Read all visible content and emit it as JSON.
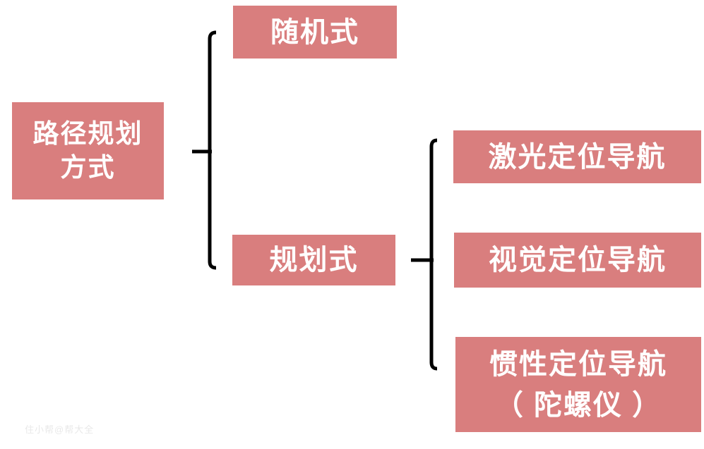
{
  "diagram": {
    "title_implicit": "路径规划方式分类图",
    "type": "tree-diagram",
    "colors": {
      "node_fill": "#D97E7E",
      "node_text": "#FFFFFF",
      "connector": "#000000",
      "background": "#FFFFFF"
    },
    "root": {
      "label": "路径规划方式",
      "lines": [
        "路径规划",
        "方式"
      ]
    },
    "level1": [
      {
        "label": "随机式"
      },
      {
        "label": "规划式"
      }
    ],
    "level2": [
      {
        "label": "激光定位导航",
        "lines": [
          "激光定位导航"
        ]
      },
      {
        "label": "视觉定位导航",
        "lines": [
          "视觉定位导航"
        ]
      },
      {
        "label": "惯性定位导航（陀螺仪）",
        "lines": [
          "惯性定位导航",
          "（ 陀螺仪 ）"
        ]
      }
    ],
    "watermark": {
      "text": "住小帮@帮大全"
    }
  }
}
